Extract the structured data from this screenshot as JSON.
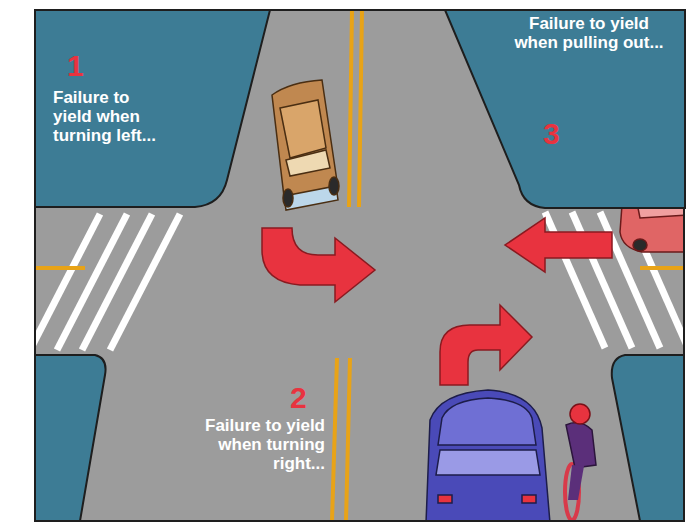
{
  "diagram": {
    "nodes": [
      {
        "text": [
          "1",
          "Failure to yield when turning left..."
        ]
      },
      {
        "text": [
          "Failure to yield when pulling out...",
          "3"
        ]
      }
    ],
    "labels": [
      "2",
      "Failure to yield when turning right..."
    ]
  }
}
